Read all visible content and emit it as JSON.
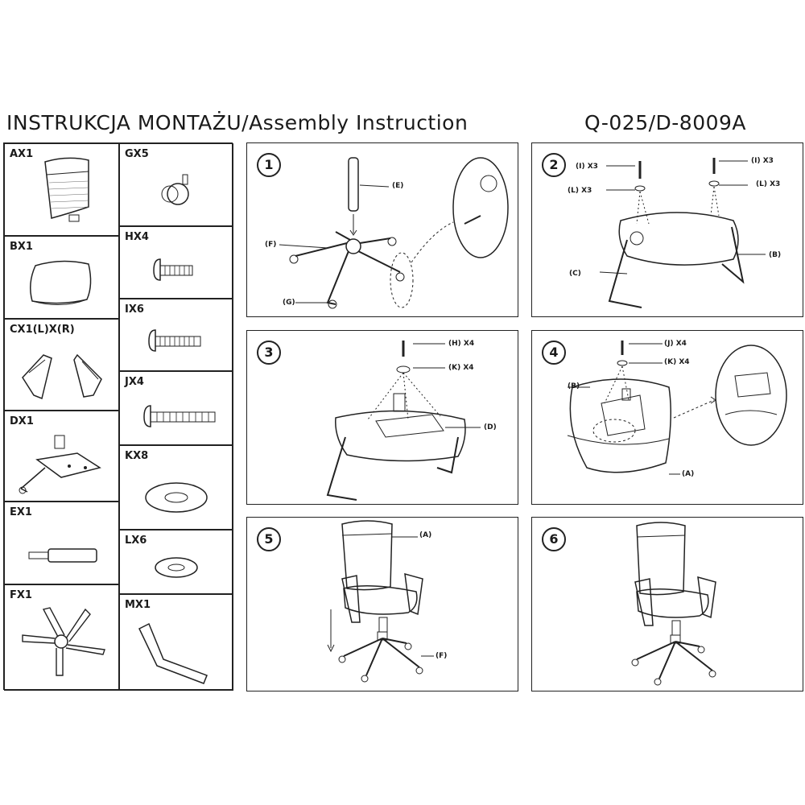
{
  "header": {
    "title": "INSTRUKCJA  MONTAŻU/Assembly  Instruction",
    "model": "Q-025/D-8009A"
  },
  "parts": {
    "ax": "AX1",
    "bx": "BX1",
    "cx": "CX1(L)X(R)",
    "dx": "DX1",
    "ex": "EX1",
    "fx": "FX1",
    "gx": "GX5",
    "hx": "HX4",
    "ix": "IX6",
    "jx": "JX4",
    "kx": "KX8",
    "lx": "LX6",
    "mx": "MX1"
  },
  "steps": {
    "s1": {
      "num": "1",
      "e": "(E)",
      "f": "(F)",
      "g": "(G)"
    },
    "s2": {
      "num": "2",
      "i_left": "(I) X3",
      "l_left": "(L) X3",
      "i_right": "(I) X3",
      "l_right": "(L) X3",
      "b": "(B)",
      "c": "(C)"
    },
    "s3": {
      "num": "3",
      "h": "(H) X4",
      "k": "(K) X4",
      "d": "(D)"
    },
    "s4": {
      "num": "4",
      "j": "(J) X4",
      "k": "(K) X4",
      "b": "(B)",
      "a": "(A)"
    },
    "s5": {
      "num": "5",
      "a": "(A)",
      "f": "(F)"
    },
    "s6": {
      "num": "6"
    }
  }
}
